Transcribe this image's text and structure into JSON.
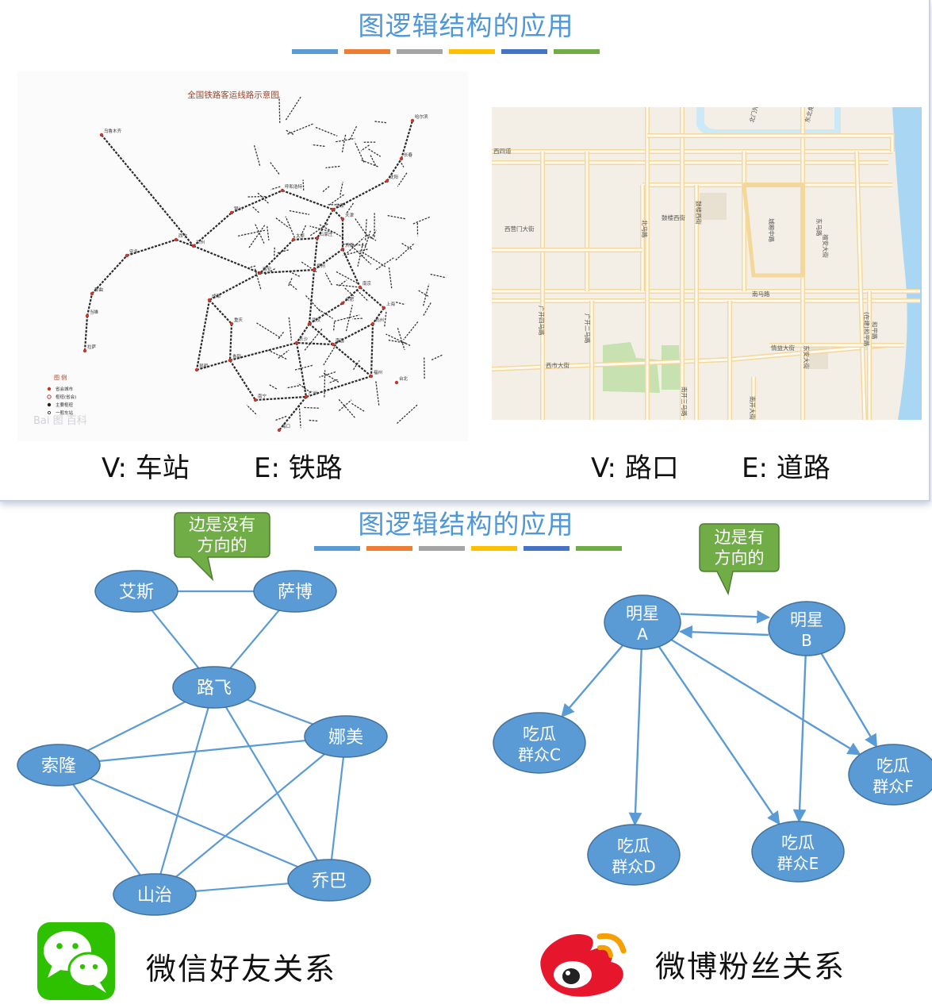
{
  "slide1": {
    "title": "图逻辑结构的应用",
    "rule_colors": [
      "#5b9bd5",
      "#ed7d31",
      "#a5a5a5",
      "#ffc000",
      "#4472c4",
      "#70ad47"
    ],
    "rail_map": {
      "title": "全国铁路客运线路示意图",
      "legend_title": "图 例",
      "legend_items": [
        "省会城市",
        "枢纽(省会)",
        "主要枢纽",
        "一般车站"
      ],
      "watermark": "Bai 图 百科",
      "city_labels": [
        "乌鲁木齐",
        "拉萨",
        "成都",
        "重庆",
        "西安",
        "兰州",
        "银川",
        "西宁",
        "北京",
        "天津",
        "石家庄",
        "太原",
        "呼和浩特",
        "郑州",
        "武汉",
        "长沙",
        "南昌",
        "合肥",
        "南京",
        "上海",
        "杭州",
        "福州",
        "广州",
        "南宁",
        "昆明",
        "贵阳",
        "哈尔滨",
        "长春",
        "沈阳",
        "济南",
        "海口",
        "台北",
        "那曲",
        "安多",
        "当雄"
      ]
    },
    "street_map": {
      "road_labels": [
        "西四道",
        "西营门大街",
        "南马路",
        "西市大街",
        "广开四马路",
        "广开二马路",
        "南开三马路",
        "城厢中路",
        "北马路",
        "鼓楼西街",
        "鼓楼西街",
        "东马路",
        "情益大街",
        "东安大街",
        "南开大街",
        "福安大街",
        "和平路",
        "(在建)和平路",
        "北门外大街",
        "东北角大街"
      ]
    },
    "caption_left_v": "V: 车站",
    "caption_left_e": "E: 铁路",
    "caption_right_v": "V: 路口",
    "caption_right_e": "E: 道路"
  },
  "slide2": {
    "title": "图逻辑结构的应用",
    "rule_colors": [
      "#5b9bd5",
      "#ed7d31",
      "#a5a5a5",
      "#ffc000",
      "#4472c4",
      "#70ad47"
    ],
    "callout_undirected": [
      "边是没有",
      "方向的"
    ],
    "callout_directed": [
      "边是有",
      "方向的"
    ],
    "wechat_graph": {
      "nodes": [
        {
          "id": "aisi",
          "label": "艾斯"
        },
        {
          "id": "sabo",
          "label": "萨博"
        },
        {
          "id": "lufei",
          "label": "路飞"
        },
        {
          "id": "nami",
          "label": "娜美"
        },
        {
          "id": "suolong",
          "label": "索隆"
        },
        {
          "id": "shanzhi",
          "label": "山治"
        },
        {
          "id": "qiaoba",
          "label": "乔巴"
        }
      ],
      "edges": [
        [
          "aisi",
          "sabo"
        ],
        [
          "aisi",
          "lufei"
        ],
        [
          "sabo",
          "lufei"
        ],
        [
          "lufei",
          "suolong"
        ],
        [
          "lufei",
          "nami"
        ],
        [
          "lufei",
          "shanzhi"
        ],
        [
          "lufei",
          "qiaoba"
        ],
        [
          "suolong",
          "nami"
        ],
        [
          "suolong",
          "shanzhi"
        ],
        [
          "suolong",
          "qiaoba"
        ],
        [
          "nami",
          "shanzhi"
        ],
        [
          "nami",
          "qiaoba"
        ],
        [
          "shanzhi",
          "qiaoba"
        ]
      ]
    },
    "weibo_graph": {
      "nodes": [
        {
          "id": "a",
          "label": [
            "明星",
            "A"
          ]
        },
        {
          "id": "b",
          "label": [
            "明星",
            "B"
          ]
        },
        {
          "id": "c",
          "label": [
            "吃瓜",
            "群众C"
          ]
        },
        {
          "id": "d",
          "label": [
            "吃瓜",
            "群众D"
          ]
        },
        {
          "id": "e",
          "label": [
            "吃瓜",
            "群众E"
          ]
        },
        {
          "id": "f",
          "label": [
            "吃瓜",
            "群众F"
          ]
        }
      ],
      "edges": [
        [
          "a",
          "b"
        ],
        [
          "b",
          "a"
        ],
        [
          "a",
          "c"
        ],
        [
          "a",
          "d"
        ],
        [
          "a",
          "e"
        ],
        [
          "a",
          "f"
        ],
        [
          "b",
          "e"
        ],
        [
          "b",
          "f"
        ]
      ]
    },
    "wechat_label": "微信好友关系",
    "weibo_label": "微博粉丝关系",
    "node_color": "#5b9bd5",
    "callout_color": "#70ad47"
  }
}
